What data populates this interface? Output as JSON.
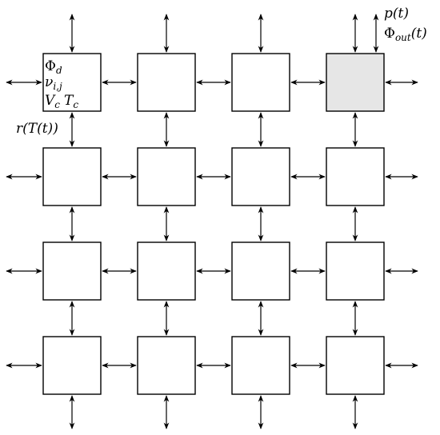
{
  "grid": {
    "rows": 4,
    "cols": 4
  },
  "highlighted_cell": {
    "row": 0,
    "col": 3
  },
  "colors": {
    "cell_fill": "#ffffff",
    "highlight_fill": "#e6e6e6",
    "stroke": "#000000"
  },
  "labels": {
    "phi_d": {
      "base": "Φ",
      "sub": "d"
    },
    "nu_ij": {
      "base": "ν",
      "sub": "i,j"
    },
    "vc": {
      "base": "V",
      "sub": "c"
    },
    "tc": {
      "base": "T",
      "sub": "c"
    },
    "r_of_t": "r(T(t))",
    "p_of_t": "p(t)",
    "phi_out": {
      "base": "Φ",
      "sub": "out",
      "tail": "(t)"
    }
  }
}
